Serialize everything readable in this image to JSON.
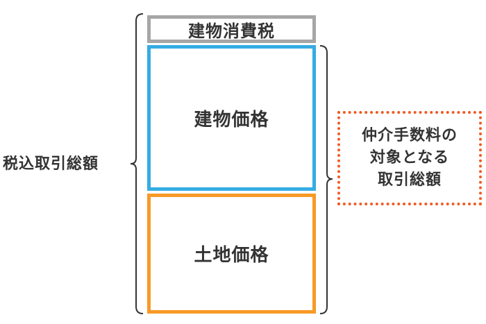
{
  "diagram": {
    "tax_box": "建物消費税",
    "building_box": "建物価格",
    "land_box": "土地価格",
    "left_label": "税込取引総額",
    "fee_box_lines": [
      "仲介手数料の",
      "対象となる",
      "取引総額"
    ]
  },
  "colors": {
    "tax_border": "#a6a6a6",
    "building_border": "#35ace3",
    "land_border": "#f79a27",
    "fee_border": "#f05a22",
    "text": "#333333"
  }
}
